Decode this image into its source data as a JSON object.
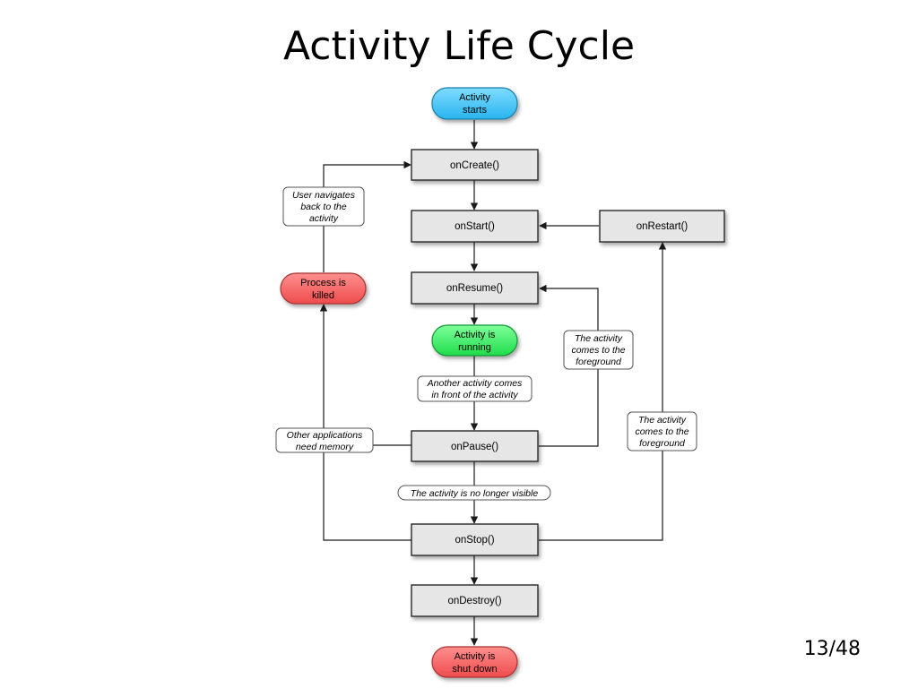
{
  "title": "Activity Life Cycle",
  "page_number": "13/48",
  "colors": {
    "start_pill": "#3dc3f5",
    "running_pill": "#2ee85a",
    "killed_pill": "#f05a5a",
    "method_box": "#e6e6e6"
  },
  "nodes": {
    "activity_starts": [
      "Activity",
      "starts"
    ],
    "on_create": "onCreate()",
    "on_start": "onStart()",
    "on_restart": "onRestart()",
    "on_resume": "onResume()",
    "activity_running": [
      "Activity is",
      "running"
    ],
    "on_pause": "onPause()",
    "on_stop": "onStop()",
    "on_destroy": "onDestroy()",
    "activity_shut_down": [
      "Activity is",
      "shut down"
    ],
    "process_killed": [
      "Process is",
      "killed"
    ]
  },
  "labels": {
    "user_navigates_back": [
      "User navigates",
      "back to the",
      "activity"
    ],
    "another_activity_front": [
      "Another activity comes",
      "in front of the activity"
    ],
    "other_apps_memory": [
      "Other applications",
      "need memory"
    ],
    "no_longer_visible": "The activity is no longer visible",
    "comes_to_foreground_1": [
      "The activity",
      "comes to the",
      "foreground"
    ],
    "comes_to_foreground_2": [
      "The activity",
      "comes to the",
      "foreground"
    ]
  }
}
